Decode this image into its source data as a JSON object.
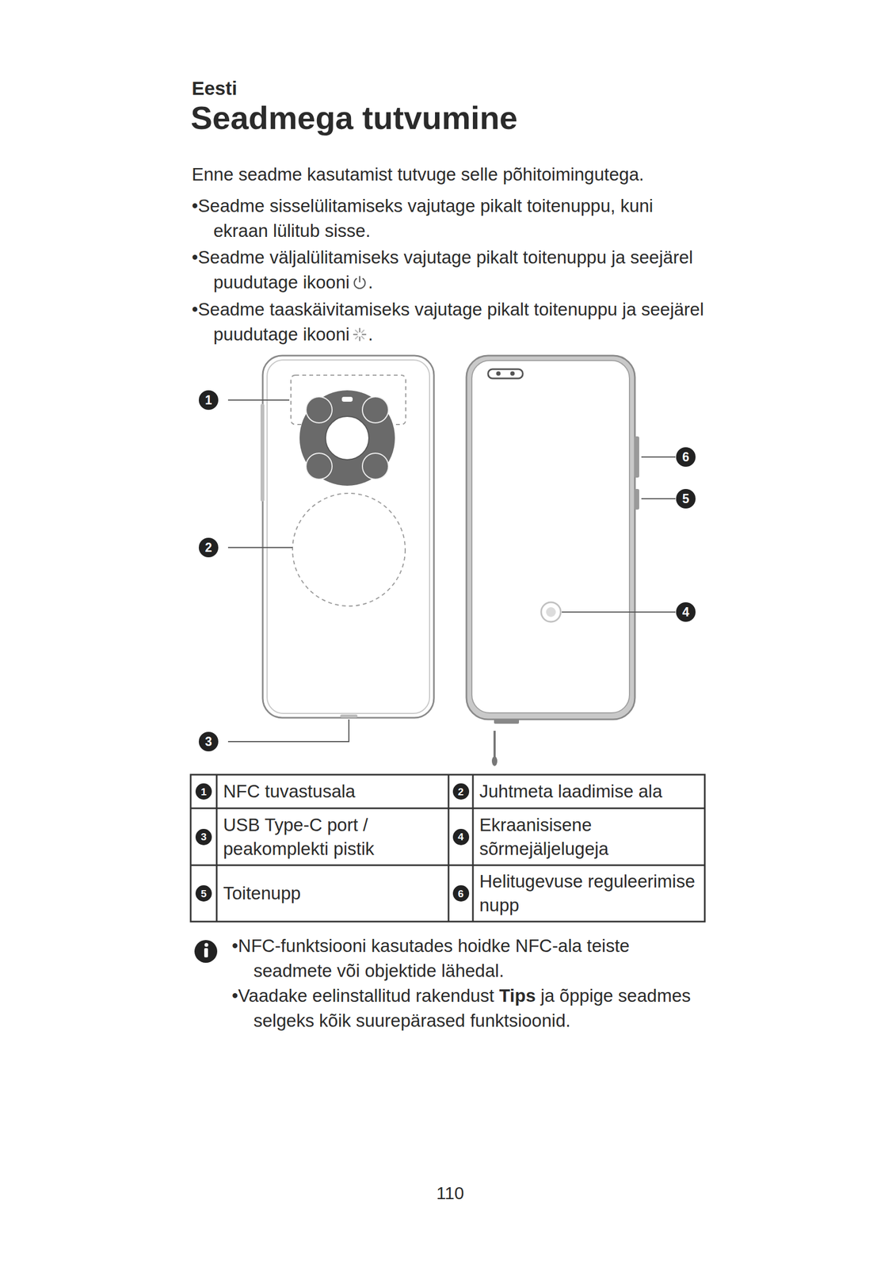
{
  "diagram": {
    "title": "Seadmega tutvumine",
    "labels": [
      "Eesti",
      "Enne seadme kasutamist tutvuge selle põhitoimingutega.",
      "•Seadme sisselülitamiseks vajutage pikalt toitenuppu, kuni ekraan lülitub sisse.",
      "•Seadme väljalülitamiseks vajutage pikalt toitenuppu ja seejärel puudutage ikooni",
      ".",
      "•Seadme taaskäivitamiseks vajutage pikalt toitenuppu ja seejärel puudutage ikooni",
      ".",
      "1",
      "2",
      "3",
      "6",
      "5",
      "4",
      "1",
      "NFC tuvastusala",
      "2",
      "Juhtmeta laadimise ala",
      "3",
      "USB Type-C port / peakomplekti pistik",
      "4",
      "Ekraanisisene sõrmejäljelugeja",
      "5",
      "Toitenupp",
      "6",
      "Helitugevuse reguleerimise nupp",
      "•NFC-funktsiooni kasutades hoidke NFC-ala teiste seadmete või objektide lähedal.",
      "•Vaadake eelinstallitud rakendust",
      "Tips",
      "ja õppige seadmes selgeks kõik suurepärased funktsioonid.",
      "110"
    ]
  }
}
